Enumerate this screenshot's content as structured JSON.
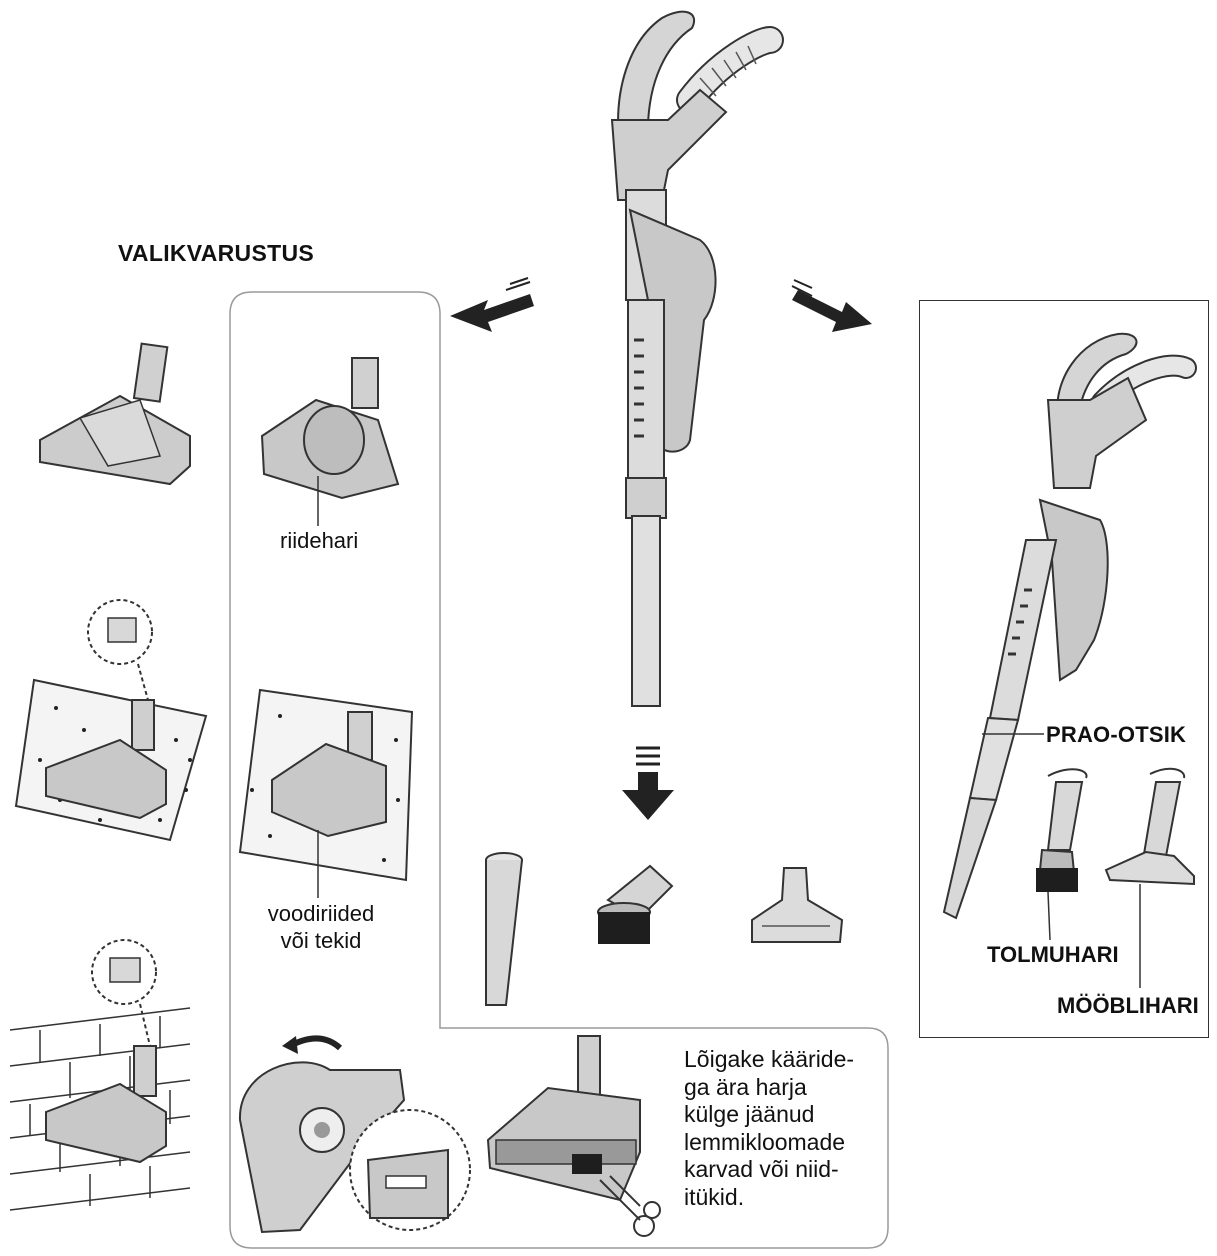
{
  "heading": "VALIKVARUSTUS",
  "labels": {
    "clothes_brush": "riidehari",
    "bedding_line1": "voodiriided",
    "bedding_line2": "või tekid",
    "crevice_tool": "PRAO-OTSIK",
    "dust_brush": "TOLMUHARI",
    "furniture_brush": "MÖÖBLIHARI"
  },
  "instruction_lines": [
    "Lõigake kääride-",
    "ga ära harja",
    "külge jäänud",
    "lemmikloomade",
    "karvad või niid-",
    "itükid."
  ],
  "colors": {
    "line": "#333333",
    "fill_light": "#d9d9d9",
    "fill_mid": "#b5b5b5",
    "fill_dark": "#2a2a2a"
  }
}
